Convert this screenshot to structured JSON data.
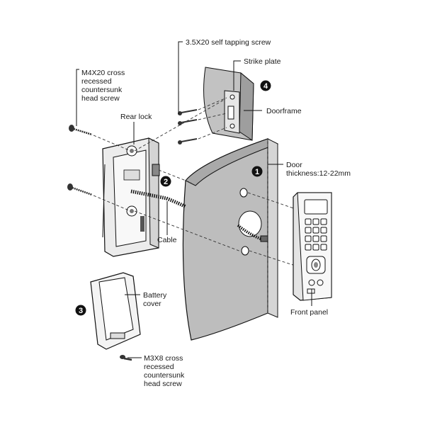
{
  "labels": {
    "self_tapping_screw": "3.5X20 self tapping screw",
    "strike_plate": "Strike plate",
    "doorframe": "Doorframe",
    "m4x20_line1": "M4X20 cross",
    "m4x20_line2": "recessed",
    "m4x20_line3": "countersunk",
    "m4x20_line4": "head screw",
    "rear_lock": "Rear lock",
    "door": "Door",
    "door_thickness": "thickness:12-22mm",
    "cable": "Cable",
    "front_panel": "Front panel",
    "battery_line1": "Battery",
    "battery_line2": "cover",
    "m3x8_line1": "M3X8 cross",
    "m3x8_line2": "recessed",
    "m3x8_line3": "countersunk",
    "m3x8_line4": "head screw"
  },
  "steps": {
    "one": "1",
    "two": "2",
    "three": "3",
    "four": "4"
  },
  "colors": {
    "door_fill": "#bdbdbd",
    "door_top": "#a9a9a9",
    "lock_fill": "#f0f0f0",
    "marker": "#111111"
  }
}
